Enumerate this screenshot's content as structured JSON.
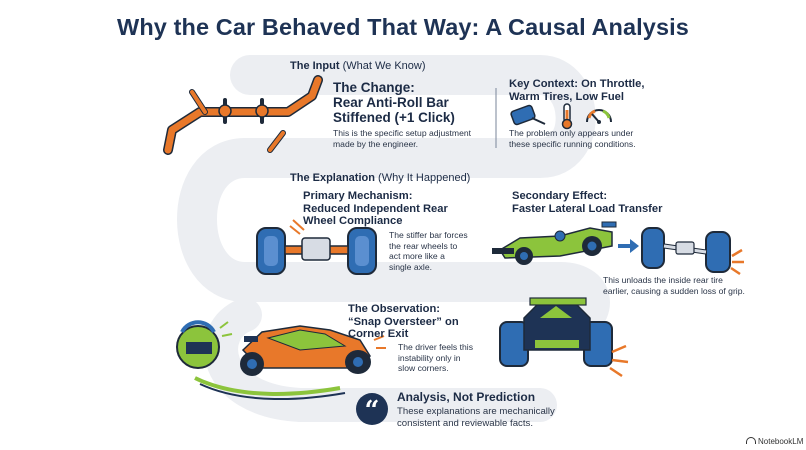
{
  "title": "Why the Car Behaved That Way: A Causal Analysis",
  "input": {
    "heading_bold": "The Input",
    "heading_rest": "(What We Know)",
    "change": {
      "title_line1": "The Change:",
      "title_line2": "Rear Anti-Roll Bar",
      "title_line3": "Stiffened (+1 Click)",
      "body_line1": "This is the specific setup adjustment",
      "body_line2": "made by the engineer."
    },
    "context": {
      "title_line1": "Key Context: On Throttle,",
      "title_line2": "Warm Tires, Low Fuel",
      "body_line1": "The problem only appears under",
      "body_line2": "these specific running conditions."
    }
  },
  "explanation": {
    "heading_bold": "The Explanation",
    "heading_rest": "(Why It Happened)",
    "primary": {
      "title_line1": "Primary Mechanism:",
      "title_line2": "Reduced Independent Rear",
      "title_line3": "Wheel Compliance",
      "body_line1": "The stiffer bar forces",
      "body_line2": "the rear wheels to",
      "body_line3": "act more like a",
      "body_line4": "single axle."
    },
    "secondary": {
      "title_line1": "Secondary Effect:",
      "title_line2": "Faster Lateral Load Transfer",
      "body_line1": "This unloads the inside rear tire",
      "body_line2": "earlier, causing a sudden loss of grip."
    }
  },
  "observation": {
    "title_line1": "The Observation:",
    "title_line2": "“Snap Oversteer” on",
    "title_line3": "Corner Exit",
    "body_line1": "The driver feels this",
    "body_line2": "instability only in",
    "body_line3": "slow corners."
  },
  "conclusion": {
    "title": "Analysis, Not Prediction",
    "body_line1": "These explanations are mechanically",
    "body_line2": "consistent and reviewable facts."
  },
  "footer": {
    "brand": "NotebookLM"
  },
  "colors": {
    "navy": "#1e3355",
    "orange": "#e8782a",
    "green": "#8cc43c",
    "blue": "#2f6db3",
    "flow": "#eceef2"
  },
  "icons": [
    "anti-roll-bar-icon",
    "tire-icon",
    "thermometer-icon",
    "fuel-gauge-icon",
    "axle-icon",
    "race-car-icon",
    "helmet-icon",
    "quote-icon",
    "notebooklm-logo-icon"
  ]
}
